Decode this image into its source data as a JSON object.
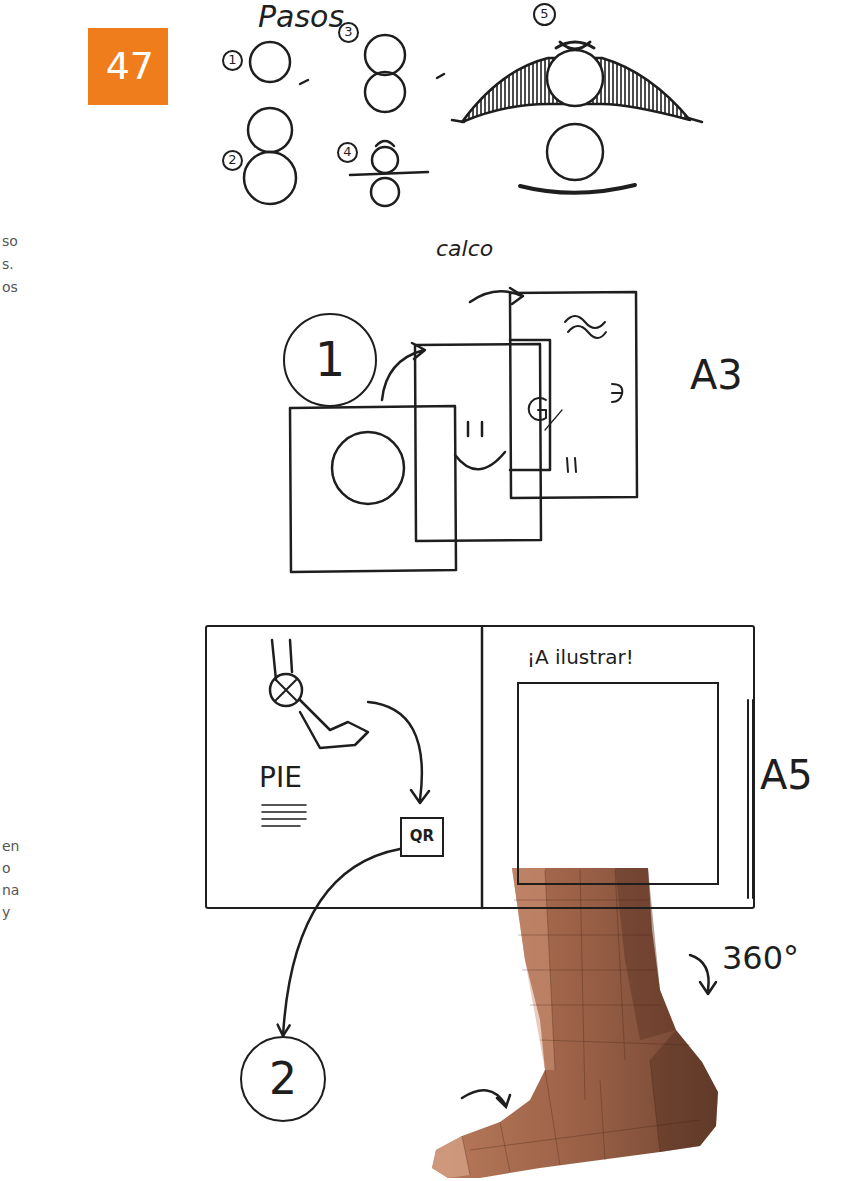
{
  "diagram": {
    "nodes": [
      {
        "text": [
          "47"
        ]
      },
      {
        "text": [
          "1"
        ]
      },
      {
        "text": [
          "2"
        ]
      },
      {
        "text": [
          "3"
        ]
      },
      {
        "text": [
          "4"
        ]
      },
      {
        "text": [
          "5"
        ]
      },
      {
        "text": [
          "1"
        ]
      },
      {
        "text": [
          "PIE"
        ]
      },
      {
        "text": [
          "QR"
        ],
        "in": 7
      },
      {
        "text": [
          "¡A ilustrar!"
        ],
        "in": 7
      },
      {
        "text": [
          "2"
        ]
      }
    ],
    "edges": [
      {
        "from": 8,
        "to": 10,
        "arrow": "to"
      }
    ],
    "labels": [
      "Pasos",
      "calco",
      "A3",
      "A5",
      "360°",
      "so",
      "s.",
      "os",
      "en",
      "o",
      "na",
      "y"
    ]
  }
}
